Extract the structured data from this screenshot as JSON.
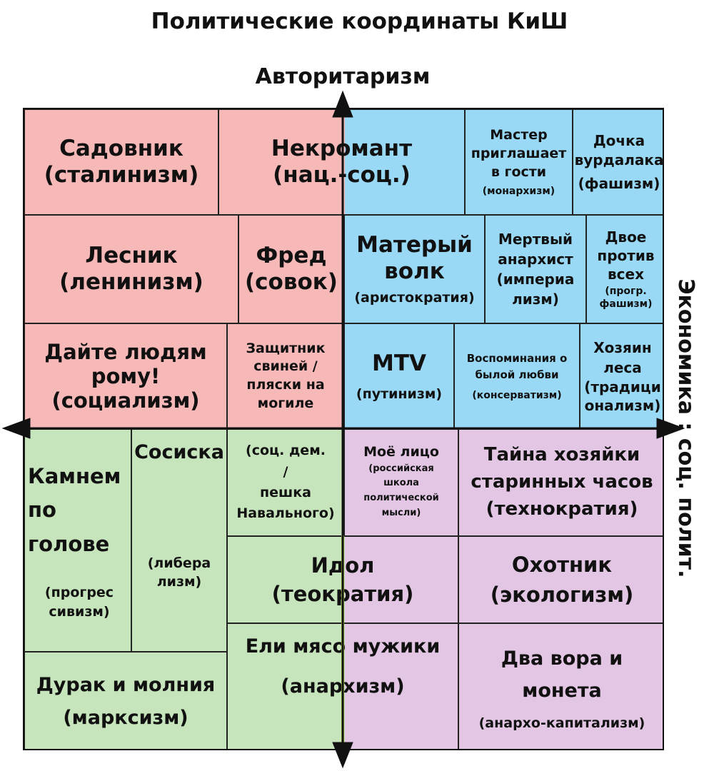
{
  "title": "Политические координаты КиШ",
  "axis_top_label": "Авторитаризм",
  "axis_right_label": "Экономика : соц. полит.",
  "colors": {
    "red": "#f7b8b8",
    "blue": "#9ad9f5",
    "green": "#c7e5bc",
    "purple": "#e3c6e4",
    "axis": "#111111",
    "center_line": "#b8d94a"
  },
  "cells": [
    {
      "id": "sadovnik",
      "title": "Садовник",
      "sub": "(сталинизм)"
    },
    {
      "id": "nekromant",
      "title": "Некромант",
      "sub": "(нац.-соц.)"
    },
    {
      "id": "master",
      "title": "Мастер\nприглашает\nв гости",
      "sub": "(монархизм)"
    },
    {
      "id": "dochka",
      "title": "Дочка\nвурдалака",
      "sub": "(фашизм)"
    },
    {
      "id": "lesnik",
      "title": "Лесник",
      "sub": "(ленинизм)"
    },
    {
      "id": "fred",
      "title": "Фред",
      "sub": "(совок)"
    },
    {
      "id": "volk",
      "title": "Матерый\nволк",
      "sub": "(аристократия)"
    },
    {
      "id": "mertvy",
      "title": "Мертвый\nанархист",
      "sub": "(империа\nлизм)"
    },
    {
      "id": "dvoe",
      "title": "Двое\nпротив\nвсех",
      "sub": "(прогр.\nфашизм)"
    },
    {
      "id": "dayte",
      "title": "Дайте людям\nрому!",
      "sub": "(социализм)"
    },
    {
      "id": "zashchitnik",
      "title": "Защитник\nсвиней /\nпляски на\nмогиле",
      "sub": ""
    },
    {
      "id": "mtv",
      "title": "MTV",
      "sub": "(путинизм)"
    },
    {
      "id": "vospominaniya",
      "title": "Воспоминания о\nбылой любви",
      "sub": "(консерватизм)"
    },
    {
      "id": "hozyain",
      "title": "Хозяин\nлеса",
      "sub": "(традици\nонализм)"
    },
    {
      "id": "kamnem",
      "title": "Камнем\nпо\nголове",
      "sub": "(прогрес\nсивизм)"
    },
    {
      "id": "sosiska",
      "title": "Сосиска",
      "sub": "(либера\nлизм)"
    },
    {
      "id": "socdem",
      "title": "(соц. дем.\n/\nпешка\nНавального)",
      "sub": ""
    },
    {
      "id": "moe",
      "title": "Моё лицо",
      "sub": "(российская\nшкола\nполитической\nмысли)"
    },
    {
      "id": "tayna",
      "title": "Тайна хозяйки\nстаринных часов",
      "sub": "(технократия)"
    },
    {
      "id": "idol",
      "title": "Идол",
      "sub": "(теократия)"
    },
    {
      "id": "ohotnik",
      "title": "Охотник",
      "sub": "(экологизм)"
    },
    {
      "id": "durak",
      "title": "Дурак и молния",
      "sub": "(марксизм)"
    },
    {
      "id": "eli",
      "title": "Ели мясо мужики",
      "sub": "(анархизм)"
    },
    {
      "id": "dva",
      "title": "Два вора и\nмонета",
      "sub": "(анархо-капитализм)"
    }
  ]
}
